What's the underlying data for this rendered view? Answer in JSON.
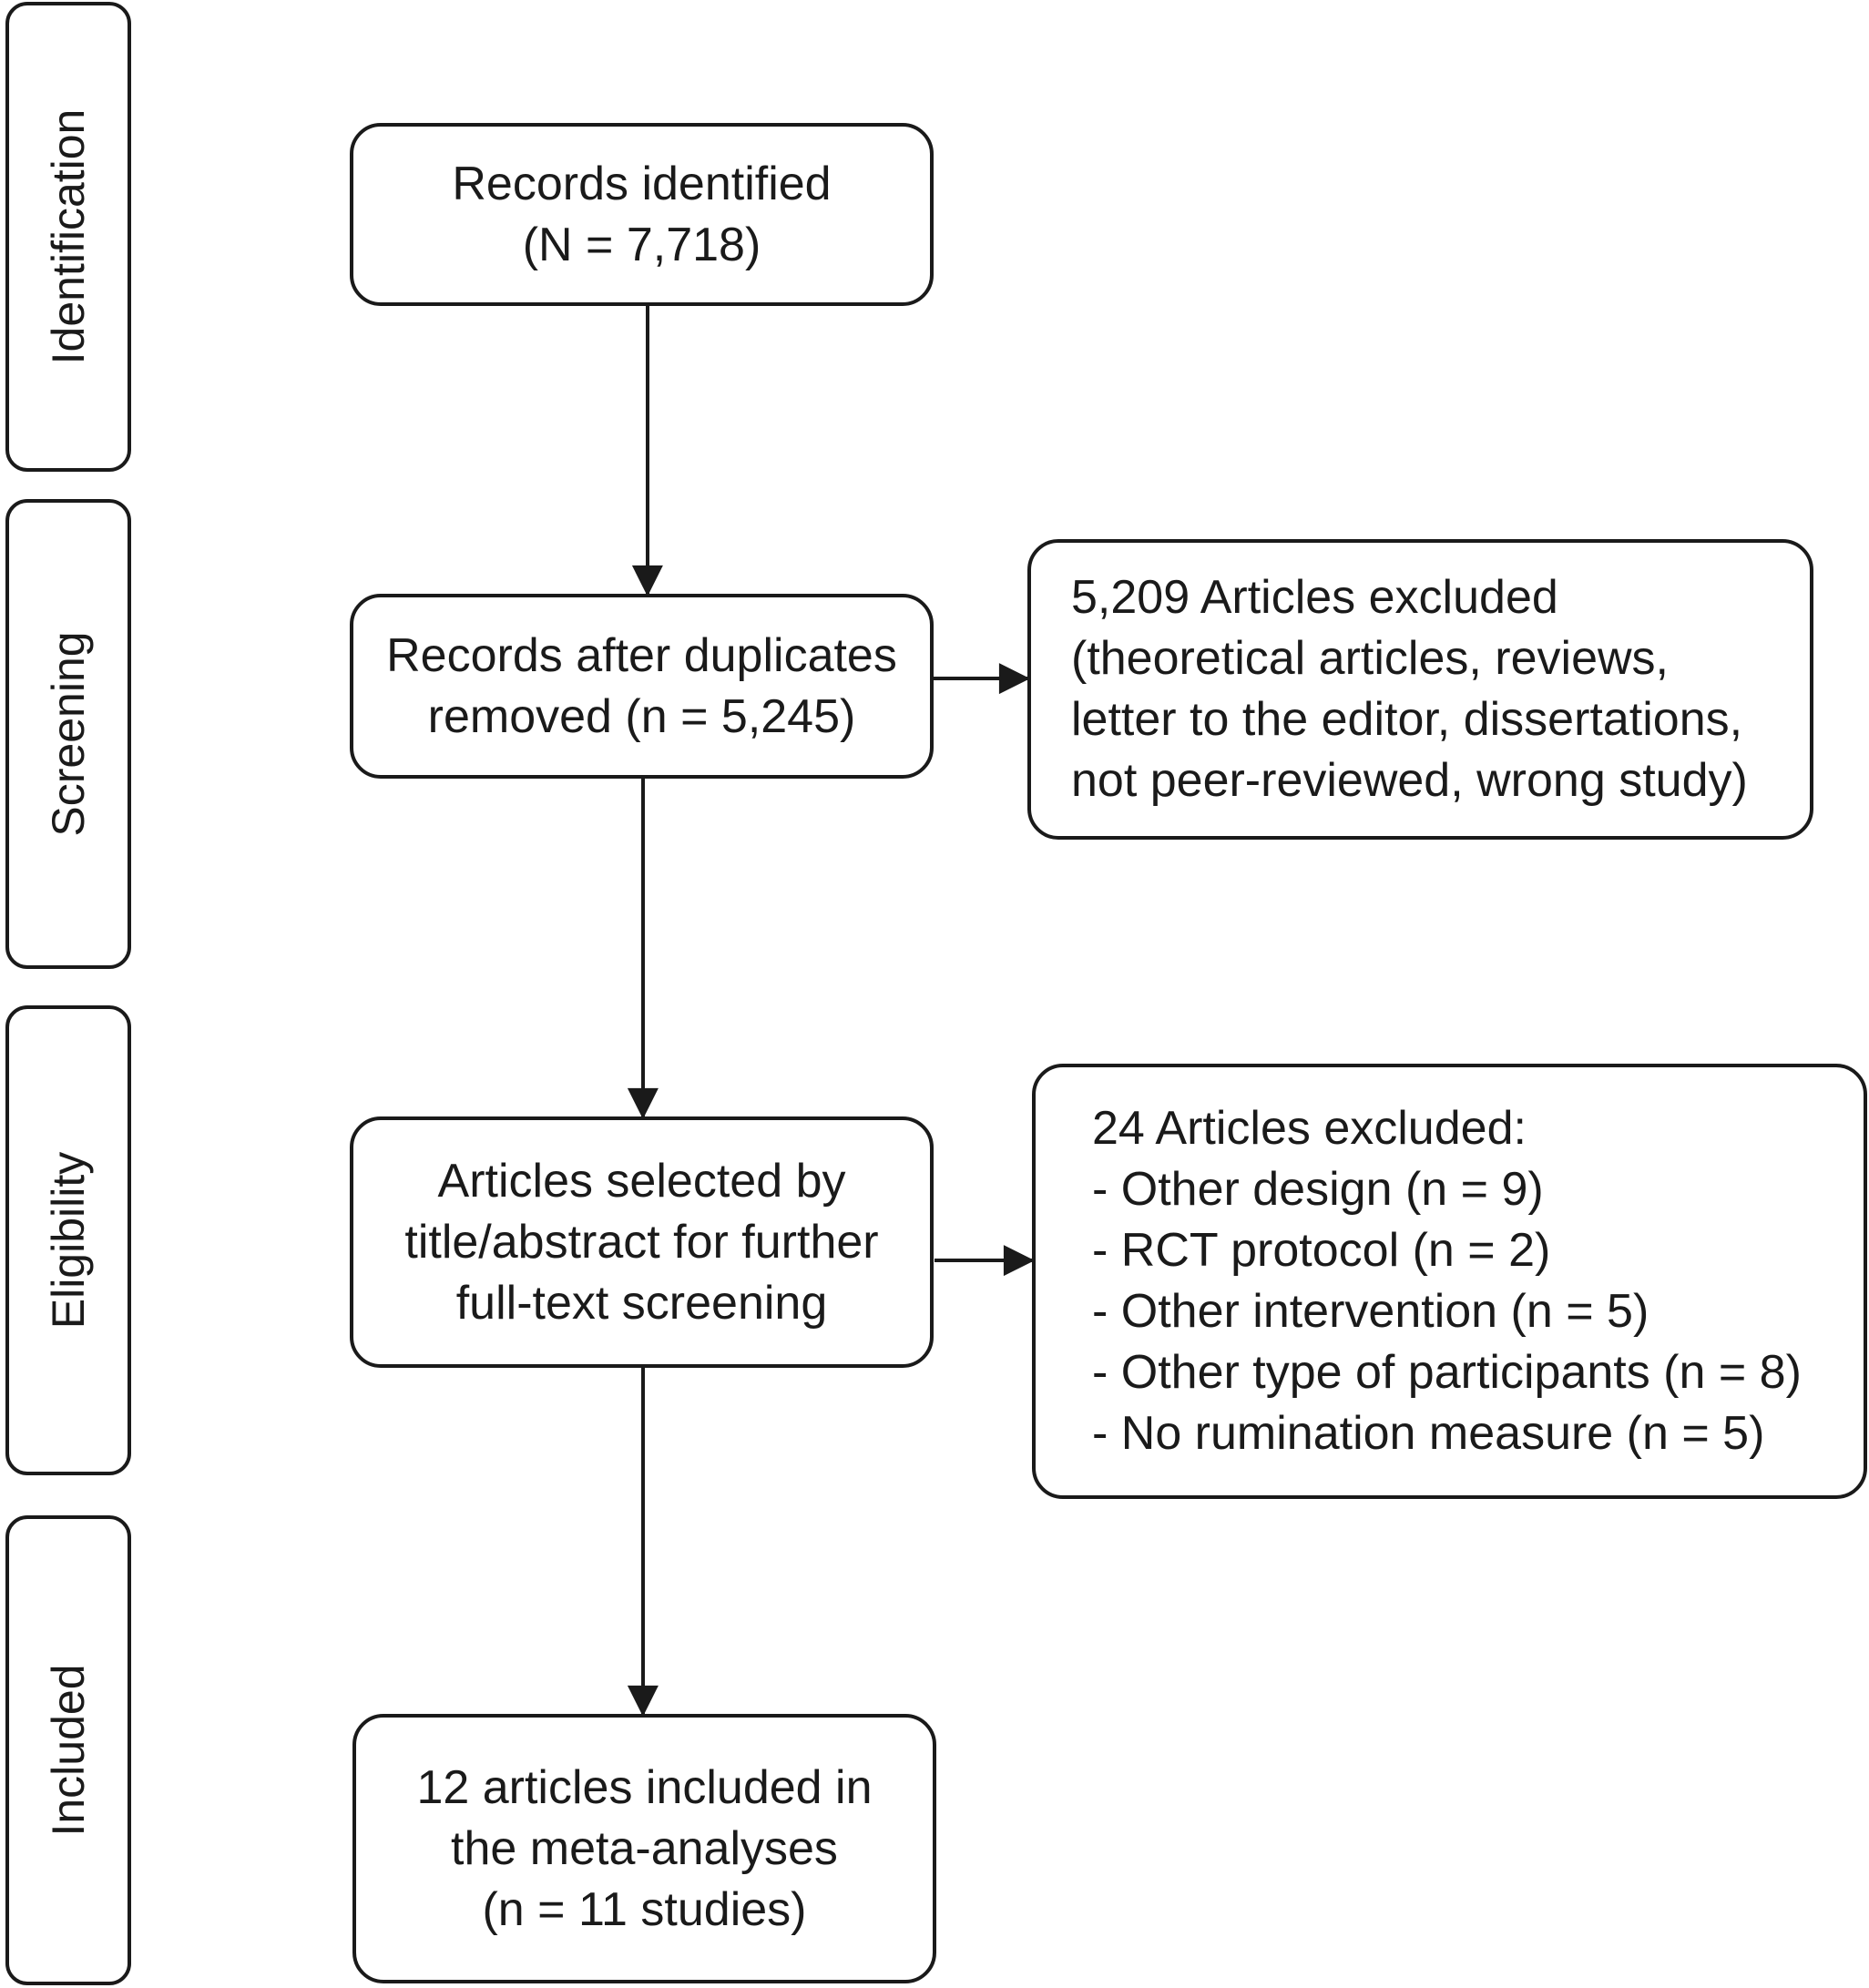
{
  "stages": {
    "identification": "Identification",
    "screening": "Screening",
    "eligibility": "Eligibility",
    "included": "Included"
  },
  "boxes": {
    "records_identified": {
      "lines": [
        "Records identified",
        "(N = 7,718)"
      ]
    },
    "after_duplicates": {
      "lines": [
        "Records after duplicates",
        "removed (n = 5,245)"
      ]
    },
    "excluded_screening": {
      "lines": [
        "5,209 Articles excluded",
        "(theoretical articles, reviews,",
        "letter to the editor, dissertations,",
        "not peer-reviewed, wrong study)"
      ]
    },
    "selected_full_text": {
      "lines": [
        "Articles selected by",
        "title/abstract for further",
        "full-text screening"
      ]
    },
    "excluded_eligibility": {
      "lines": [
        "24 Articles excluded:",
        "- Other design (n = 9)",
        "- RCT protocol (n = 2)",
        "- Other intervention (n = 5)",
        "- Other type of participants (n = 8)",
        "- No rumination measure (n = 5)"
      ]
    },
    "included_box": {
      "lines": [
        "12 articles included in",
        "the meta-analyses",
        "(n = 11 studies)"
      ]
    }
  }
}
